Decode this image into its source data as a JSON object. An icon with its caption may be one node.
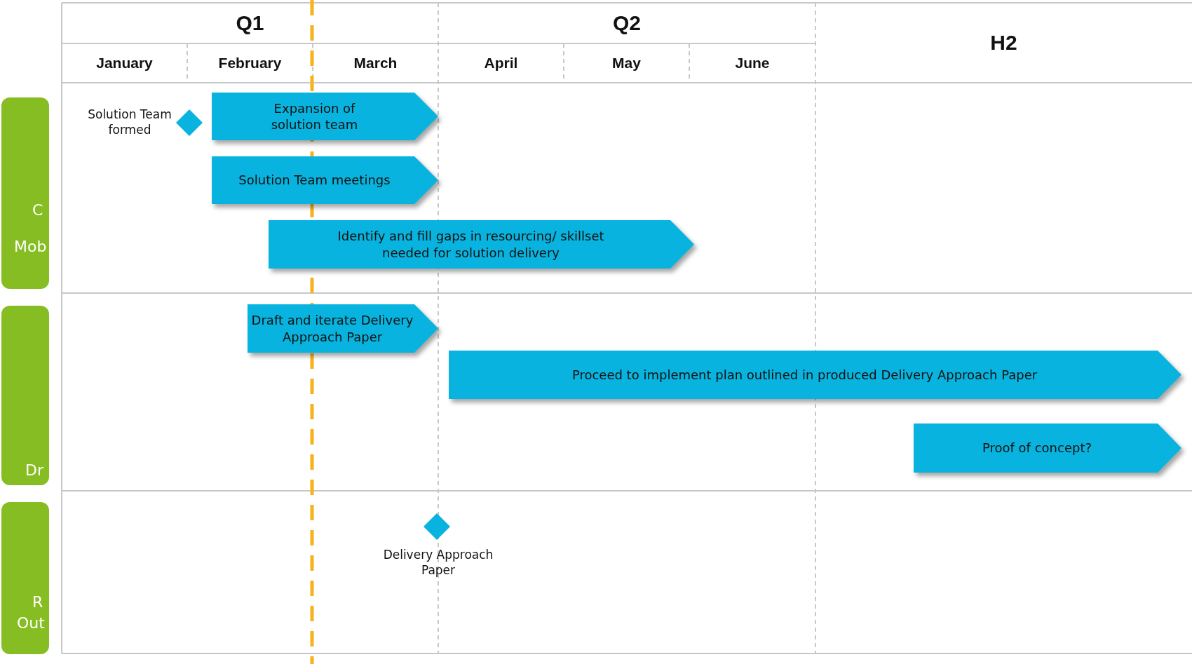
{
  "diagram": {
    "nodes": [
      {
        "text": [
          "C",
          "Mob"
        ]
      },
      {
        "text": [
          "Dr"
        ]
      },
      {
        "text": [
          "R",
          "Out"
        ]
      },
      {
        "text": [],
        "shape": "diamond",
        "beside": [
          "Solution Team formed"
        ]
      },
      {
        "text": [
          "Expansion of solution team"
        ]
      },
      {
        "text": [
          "Solution Team meetings"
        ]
      },
      {
        "text": [
          "Identify and fill gaps in resourcing/ skillset needed for solution delivery"
        ]
      },
      {
        "text": [
          "Draft and iterate Delivery Approach Paper"
        ]
      },
      {
        "text": [
          "Proceed to implement plan outlined in produced Delivery Approach Paper"
        ]
      },
      {
        "text": [
          "Proof of concept?"
        ]
      },
      {
        "text": [],
        "shape": "diamond",
        "beside": [
          "Delivery Approach Paper"
        ]
      }
    ],
    "edges": [],
    "labels": [
      "Q1",
      "Q2",
      "H2",
      "January",
      "February",
      "March",
      "April",
      "May",
      "June"
    ]
  }
}
